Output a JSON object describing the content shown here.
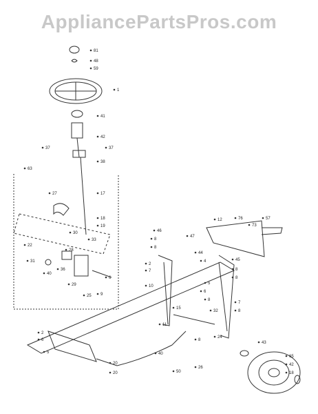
{
  "watermark": "AppliancePartsPros.com",
  "callouts": [
    "81",
    "48",
    "59",
    "1",
    "41",
    "42",
    "37",
    "37",
    "38",
    "63",
    "17",
    "27",
    "18",
    "19",
    "30",
    "33",
    "22",
    "31",
    "40",
    "36",
    "28",
    "29",
    "25",
    "9",
    "6",
    "46",
    "8",
    "8",
    "2",
    "7",
    "10",
    "15",
    "47",
    "44",
    "4",
    "5",
    "6",
    "8",
    "12",
    "76",
    "73",
    "57",
    "45",
    "8",
    "8",
    "7",
    "8",
    "32",
    "24",
    "8",
    "26",
    "11",
    "40",
    "20",
    "20",
    "50",
    "43",
    "65",
    "42",
    "18",
    "2",
    "6",
    "5"
  ]
}
